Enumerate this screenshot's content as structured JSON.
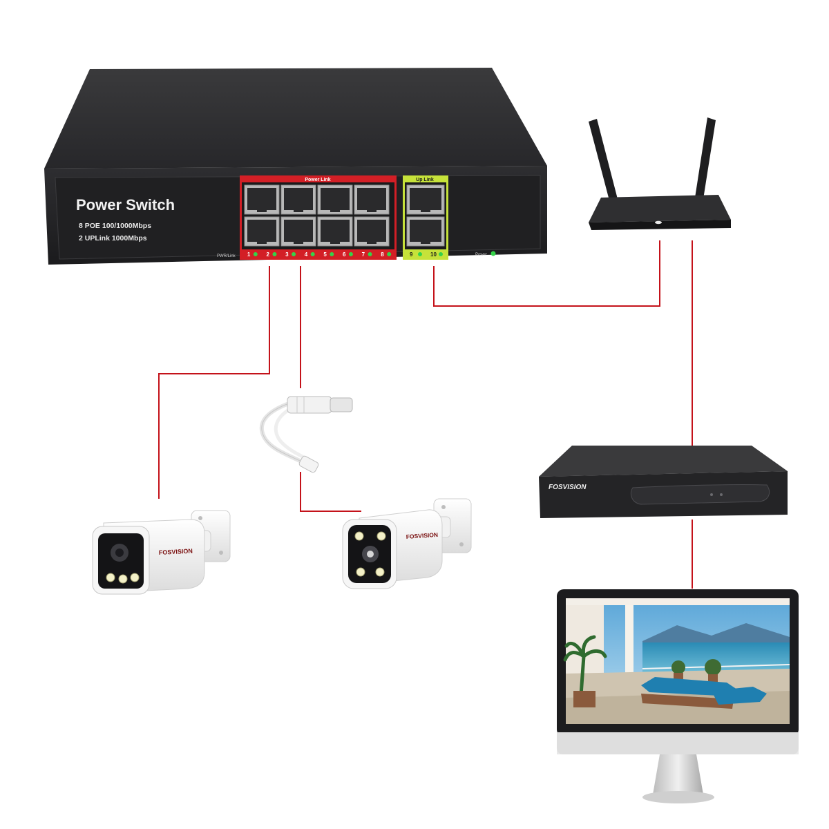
{
  "switch": {
    "title": "Power Switch",
    "spec_poe": "8 POE 100/1000Mbps",
    "spec_uplink": "2 UPLink 1000Mbps",
    "power_link_label": "Power Link",
    "up_link_label": "Up Link",
    "pwr_link_label": "PWR/Link",
    "power_label": "Power",
    "poe_port_numbers": [
      "1",
      "2",
      "3",
      "4",
      "5",
      "6",
      "7",
      "8"
    ],
    "uplink_port_numbers": [
      "9",
      "10"
    ]
  },
  "brand": {
    "camera_left": "FOSVISION",
    "camera_right": "FOSVISION",
    "nvr": "FOSVISION"
  },
  "colors": {
    "cable": "#c4121a",
    "poe_accent": "#d31f26",
    "uplink_accent": "#c6e23a",
    "led": "#35d24a",
    "device_body": "#2b2b2d"
  },
  "icons": {
    "switch": "poe-switch-icon",
    "router": "router-icon",
    "nvr": "nvr-icon",
    "monitor": "monitor-icon",
    "camera": "bullet-camera-icon",
    "splitter": "poe-splitter-icon"
  }
}
